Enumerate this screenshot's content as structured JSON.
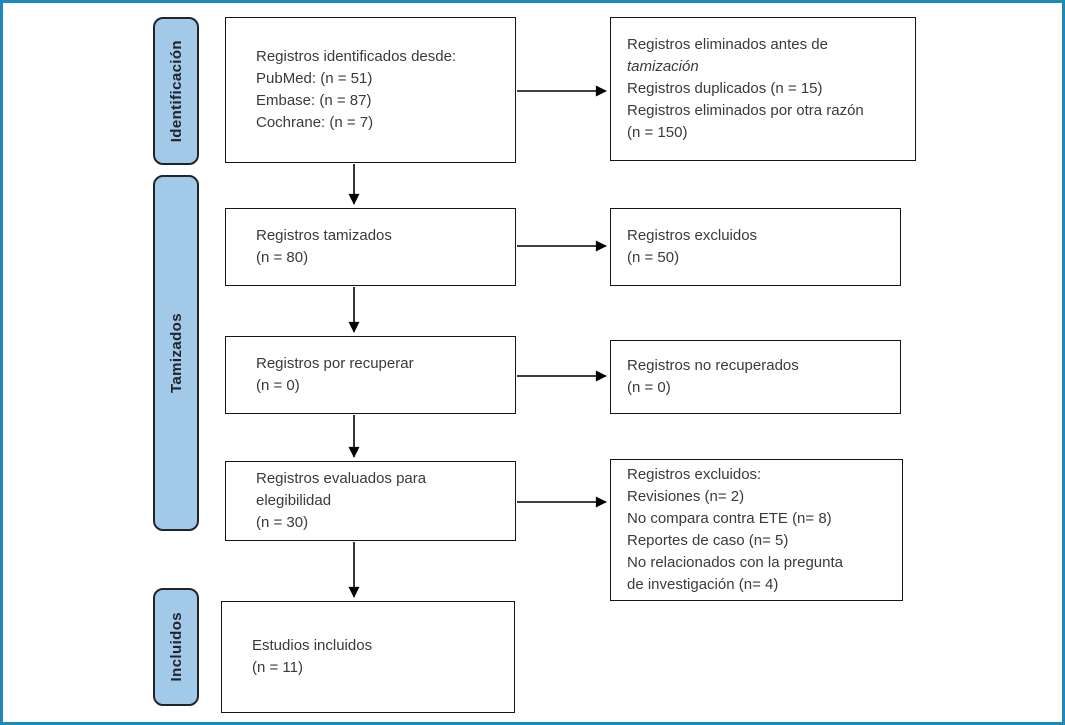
{
  "diagram_title": "PRISMA flow diagram (Spanish)",
  "colors": {
    "stage_fill": "#a3c9e8",
    "stage_border": "#20242b",
    "box_border": "#161616",
    "text": "#3a3a3a",
    "frame_border": "#1e88ba",
    "arrow": "#000000"
  },
  "stages": {
    "identification": "Identificación",
    "screening": "Tamizados",
    "included": "Incluidos"
  },
  "boxes": {
    "identified": {
      "lines": [
        "Registros identificados desde:",
        "PubMed: (n = 51)",
        "Embase: (n = 87)",
        "Cochrane: (n = 7)"
      ]
    },
    "removed": {
      "lines": [
        "Registros eliminados antes de",
        "tamización",
        "Registros duplicados (n = 15)",
        "Registros eliminados por otra razón",
        "(n = 150)"
      ]
    },
    "screened": {
      "lines": [
        "Registros tamizados",
        "(n = 80)"
      ]
    },
    "excluded": {
      "lines": [
        "Registros excluidos",
        "(n = 50)"
      ]
    },
    "retrieval": {
      "lines": [
        "Registros por recuperar",
        "(n = 0)"
      ]
    },
    "not_retrieved": {
      "lines": [
        "Registros no recuperados",
        "(n = 0)"
      ]
    },
    "assessed": {
      "lines": [
        "Registros evaluados para",
        "elegibilidad",
        "(n = 30)"
      ]
    },
    "excluded_reasons": {
      "lines": [
        "Registros excluidos:",
        "Revisiones (n= 2)",
        "No compara contra ETE (n= 8)",
        "Reportes de caso (n= 5)",
        "No relacionados con la pregunta",
        "de investigación (n= 4)"
      ]
    },
    "included_studies": {
      "lines": [
        "Estudios incluidos",
        "(n = 11)"
      ]
    }
  }
}
